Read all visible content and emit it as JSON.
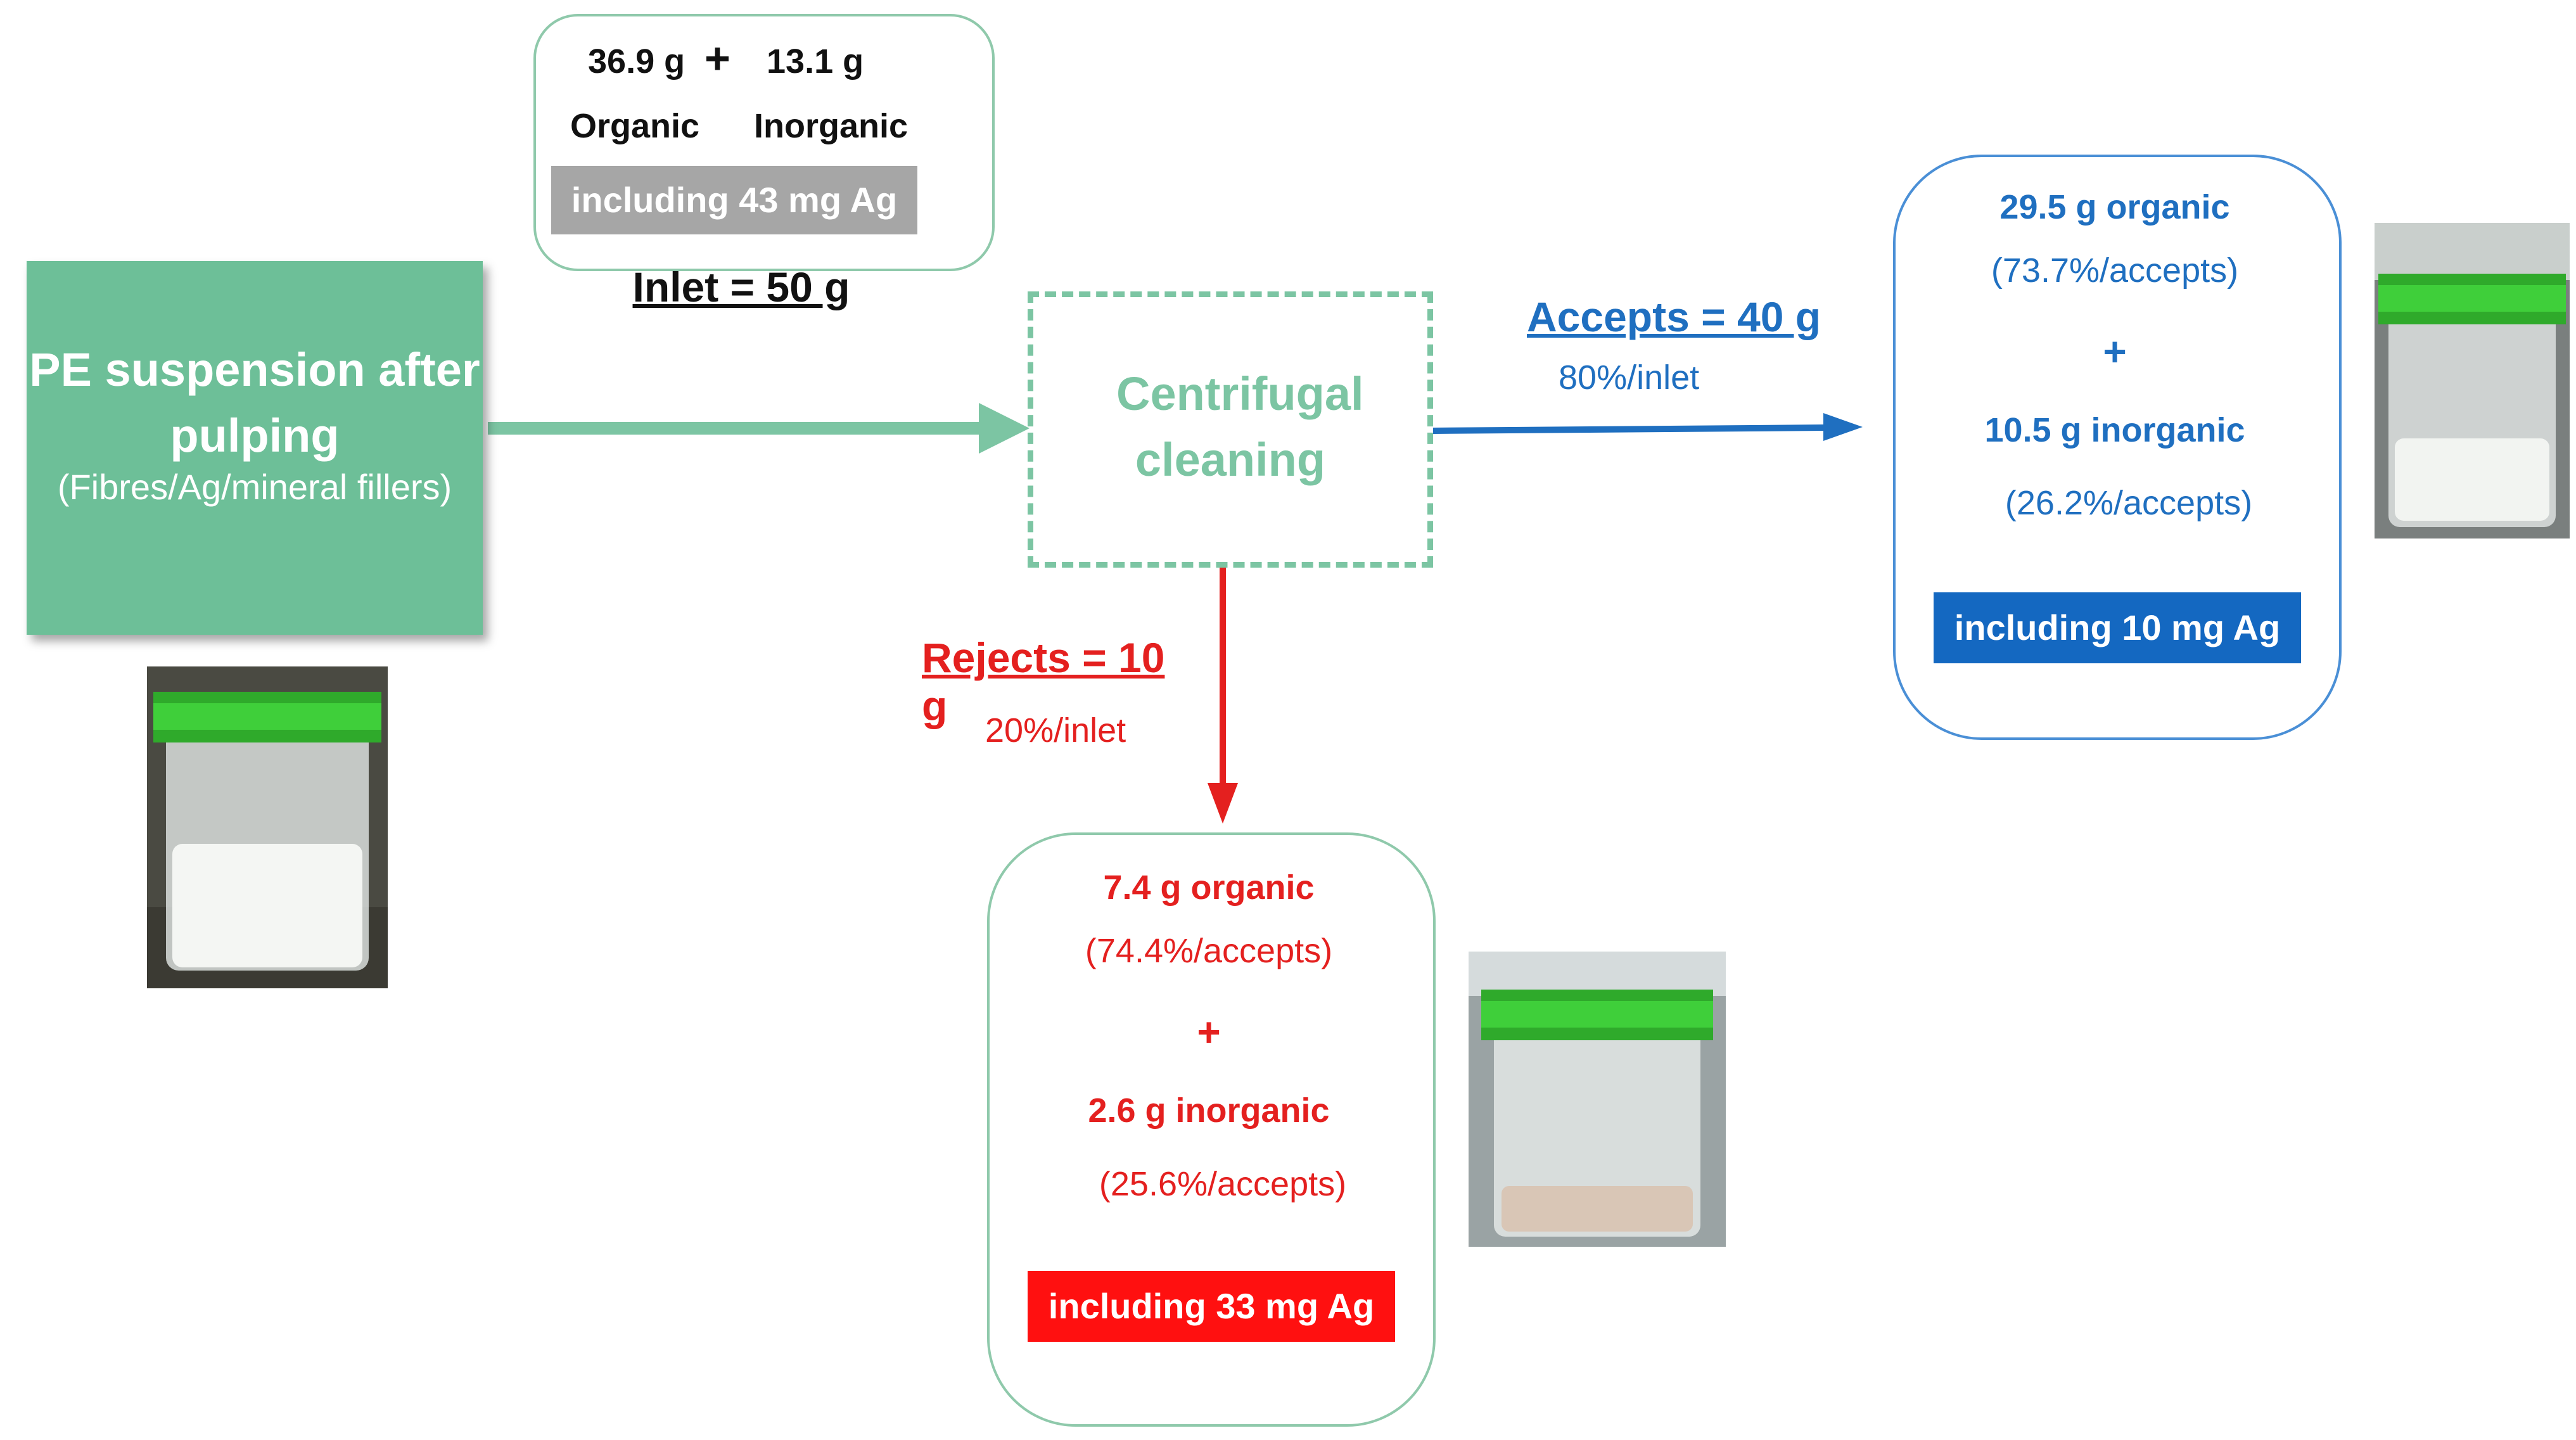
{
  "source": {
    "title": "PE suspension after pulping",
    "subtitle": "(Fibres/Ag/mineral fillers)"
  },
  "inlet": {
    "organic_mass": "36.9 g",
    "plus": "+",
    "inorganic_mass": "13.1 g",
    "organic_label": "Organic",
    "inorganic_label": "Inorganic",
    "silver": "including 43 mg Ag",
    "label": "Inlet = 50 g"
  },
  "process": {
    "label": "Centrifugal cleaning"
  },
  "accepts": {
    "label": "Accepts = 40 g",
    "share": "80%/inlet",
    "organic": "29.5 g organic",
    "organic_pct": "(73.7%/accepts)",
    "plus": "+",
    "inorganic": "10.5 g inorganic",
    "inorganic_pct": "(26.2%/accepts)",
    "silver": "including 10 mg Ag"
  },
  "rejects": {
    "label": "Rejects = 10 g",
    "share": "20%/inlet",
    "organic": "7.4 g organic",
    "organic_pct": "(74.4%/accepts)",
    "plus": "+",
    "inorganic": "2.6 g inorganic",
    "inorganic_pct": "(25.6%/accepts)",
    "silver": "including 33 mg Ag"
  },
  "colors": {
    "green": "#6dbf98",
    "blue": "#1f6fc0",
    "red": "#e4201f",
    "gray": "#a6a6a6"
  },
  "images": {
    "inlet_photo": "sample-jar-inlet",
    "accepts_photo": "sample-jar-accepts",
    "rejects_photo": "sample-jar-rejects"
  }
}
